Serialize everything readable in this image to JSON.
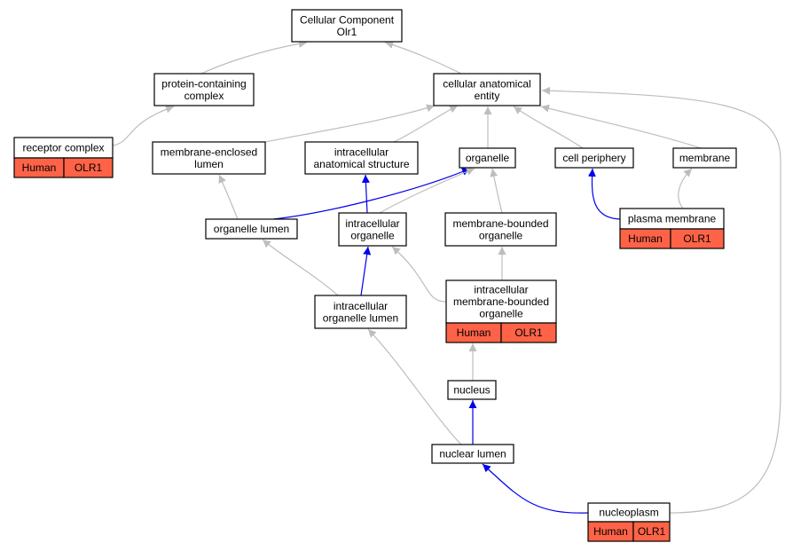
{
  "colors": {
    "is_a_edge": "#bdbdbd",
    "part_of_edge": "#0000ee",
    "annotation_fill": "#ff6347",
    "node_fill": "#ffffff",
    "node_stroke": "#000000"
  },
  "nodes": [
    {
      "id": "cc_root",
      "lines": [
        "Cellular Component",
        "Olr1"
      ]
    },
    {
      "id": "protein_complex",
      "lines": [
        "protein-containing",
        "complex"
      ]
    },
    {
      "id": "anatomical_entity",
      "lines": [
        "cellular anatomical",
        "entity"
      ]
    },
    {
      "id": "receptor_complex",
      "lines": [
        "receptor complex"
      ],
      "annotation": [
        "Human",
        "OLR1"
      ]
    },
    {
      "id": "membrane_enclosed_lumen",
      "lines": [
        "membrane-enclosed",
        "lumen"
      ]
    },
    {
      "id": "intracellular_structure",
      "lines": [
        "intracellular",
        "anatomical structure"
      ]
    },
    {
      "id": "organelle",
      "lines": [
        "organelle"
      ]
    },
    {
      "id": "cell_periphery",
      "lines": [
        "cell periphery"
      ]
    },
    {
      "id": "membrane",
      "lines": [
        "membrane"
      ]
    },
    {
      "id": "organelle_lumen",
      "lines": [
        "organelle lumen"
      ]
    },
    {
      "id": "intracellular_organelle",
      "lines": [
        "intracellular",
        "organelle"
      ]
    },
    {
      "id": "membrane_bounded_organelle",
      "lines": [
        "membrane-bounded",
        "organelle"
      ]
    },
    {
      "id": "plasma_membrane",
      "lines": [
        "plasma membrane"
      ],
      "annotation": [
        "Human",
        "OLR1"
      ]
    },
    {
      "id": "intracellular_organelle_lumen",
      "lines": [
        "intracellular",
        "organelle lumen"
      ]
    },
    {
      "id": "intracellular_mb_organelle",
      "lines": [
        "intracellular",
        "membrane-bounded",
        "organelle"
      ],
      "annotation": [
        "Human",
        "OLR1"
      ]
    },
    {
      "id": "nucleus",
      "lines": [
        "nucleus"
      ]
    },
    {
      "id": "nuclear_lumen",
      "lines": [
        "nuclear lumen"
      ]
    },
    {
      "id": "nucleoplasm",
      "lines": [
        "nucleoplasm"
      ],
      "annotation": [
        "Human",
        "OLR1"
      ]
    }
  ],
  "edges": [
    {
      "from": "protein_complex",
      "to": "cc_root",
      "type": "is_a"
    },
    {
      "from": "anatomical_entity",
      "to": "cc_root",
      "type": "is_a"
    },
    {
      "from": "receptor_complex",
      "to": "protein_complex",
      "type": "is_a"
    },
    {
      "from": "membrane_enclosed_lumen",
      "to": "anatomical_entity",
      "type": "is_a"
    },
    {
      "from": "intracellular_structure",
      "to": "anatomical_entity",
      "type": "is_a"
    },
    {
      "from": "organelle",
      "to": "anatomical_entity",
      "type": "is_a"
    },
    {
      "from": "cell_periphery",
      "to": "anatomical_entity",
      "type": "is_a"
    },
    {
      "from": "membrane",
      "to": "anatomical_entity",
      "type": "is_a"
    },
    {
      "from": "nucleoplasm",
      "to": "anatomical_entity",
      "type": "is_a"
    },
    {
      "from": "organelle_lumen",
      "to": "membrane_enclosed_lumen",
      "type": "is_a"
    },
    {
      "from": "organelle_lumen",
      "to": "organelle",
      "type": "part_of"
    },
    {
      "from": "intracellular_organelle",
      "to": "intracellular_structure",
      "type": "part_of"
    },
    {
      "from": "intracellular_organelle",
      "to": "organelle",
      "type": "is_a"
    },
    {
      "from": "membrane_bounded_organelle",
      "to": "organelle",
      "type": "is_a"
    },
    {
      "from": "plasma_membrane",
      "to": "cell_periphery",
      "type": "part_of"
    },
    {
      "from": "plasma_membrane",
      "to": "membrane",
      "type": "is_a"
    },
    {
      "from": "intracellular_organelle_lumen",
      "to": "organelle_lumen",
      "type": "is_a"
    },
    {
      "from": "intracellular_organelle_lumen",
      "to": "intracellular_organelle",
      "type": "part_of"
    },
    {
      "from": "intracellular_mb_organelle",
      "to": "intracellular_organelle",
      "type": "is_a"
    },
    {
      "from": "intracellular_mb_organelle",
      "to": "membrane_bounded_organelle",
      "type": "is_a"
    },
    {
      "from": "nucleus",
      "to": "intracellular_mb_organelle",
      "type": "is_a"
    },
    {
      "from": "nuclear_lumen",
      "to": "intracellular_organelle_lumen",
      "type": "is_a"
    },
    {
      "from": "nuclear_lumen",
      "to": "nucleus",
      "type": "part_of"
    },
    {
      "from": "nucleoplasm",
      "to": "nuclear_lumen",
      "type": "part_of"
    }
  ]
}
